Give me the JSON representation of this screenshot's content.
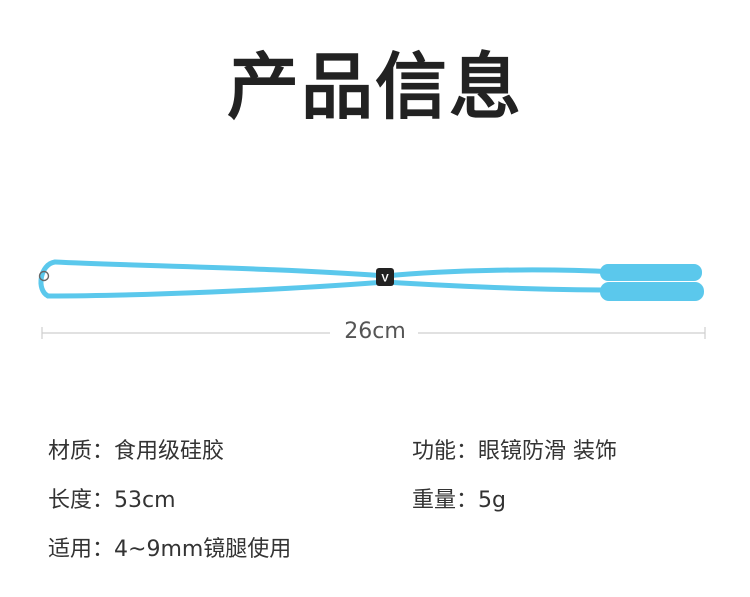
{
  "header": {
    "title": "产品信息"
  },
  "figure": {
    "dimension_label": "26cm",
    "bead_letter": "V",
    "strap_color": "#5bc8ec"
  },
  "specs": {
    "material": {
      "label": "材质：",
      "value": "食用级硅胶"
    },
    "function": {
      "label": "功能：",
      "value": "眼镜防滑 装饰"
    },
    "length": {
      "label": "长度：",
      "value": "53cm"
    },
    "weight": {
      "label": "重量：",
      "value": "5g"
    },
    "usage": {
      "label": "适用：",
      "value": "4~9mm镜腿使用"
    }
  }
}
